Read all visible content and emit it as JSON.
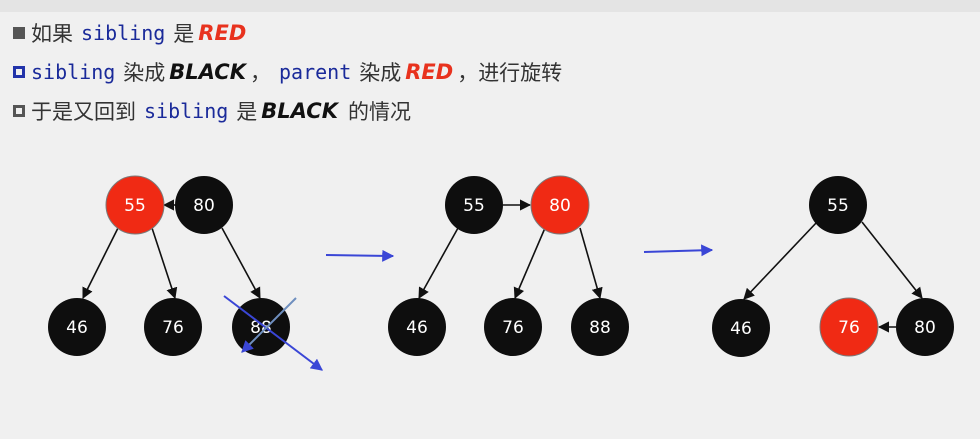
{
  "text": {
    "line1": {
      "prefix": "如果",
      "sibling": "sibling",
      "is": "是",
      "red": "RED"
    },
    "line2": {
      "sibling": "sibling",
      "dye1": "染成",
      "black": "BLACK",
      "comma1": "，",
      "parent": "parent",
      "dye2": "染成",
      "red": "RED",
      "comma2": "，",
      "rotate": "进行旋转"
    },
    "line3": {
      "prefix": "于是又回到",
      "sibling": "sibling",
      "is": "是",
      "black": "BLACK",
      "suffix": "的情况"
    }
  },
  "colors": {
    "red_node": "#f02a14",
    "black_node": "#0e0e0e",
    "arrow_blue": "#3a46d6"
  },
  "trees": [
    {
      "nodes": [
        {
          "label": "55",
          "color": "red"
        },
        {
          "label": "80",
          "color": "black"
        },
        {
          "label": "46",
          "color": "black"
        },
        {
          "label": "76",
          "color": "black"
        },
        {
          "label": "88",
          "color": "black",
          "crossed": true
        }
      ]
    },
    {
      "nodes": [
        {
          "label": "55",
          "color": "black"
        },
        {
          "label": "80",
          "color": "red"
        },
        {
          "label": "46",
          "color": "black"
        },
        {
          "label": "76",
          "color": "black"
        },
        {
          "label": "88",
          "color": "black"
        }
      ]
    },
    {
      "nodes": [
        {
          "label": "55",
          "color": "black"
        },
        {
          "label": "46",
          "color": "black"
        },
        {
          "label": "76",
          "color": "red"
        },
        {
          "label": "80",
          "color": "black"
        }
      ]
    }
  ]
}
